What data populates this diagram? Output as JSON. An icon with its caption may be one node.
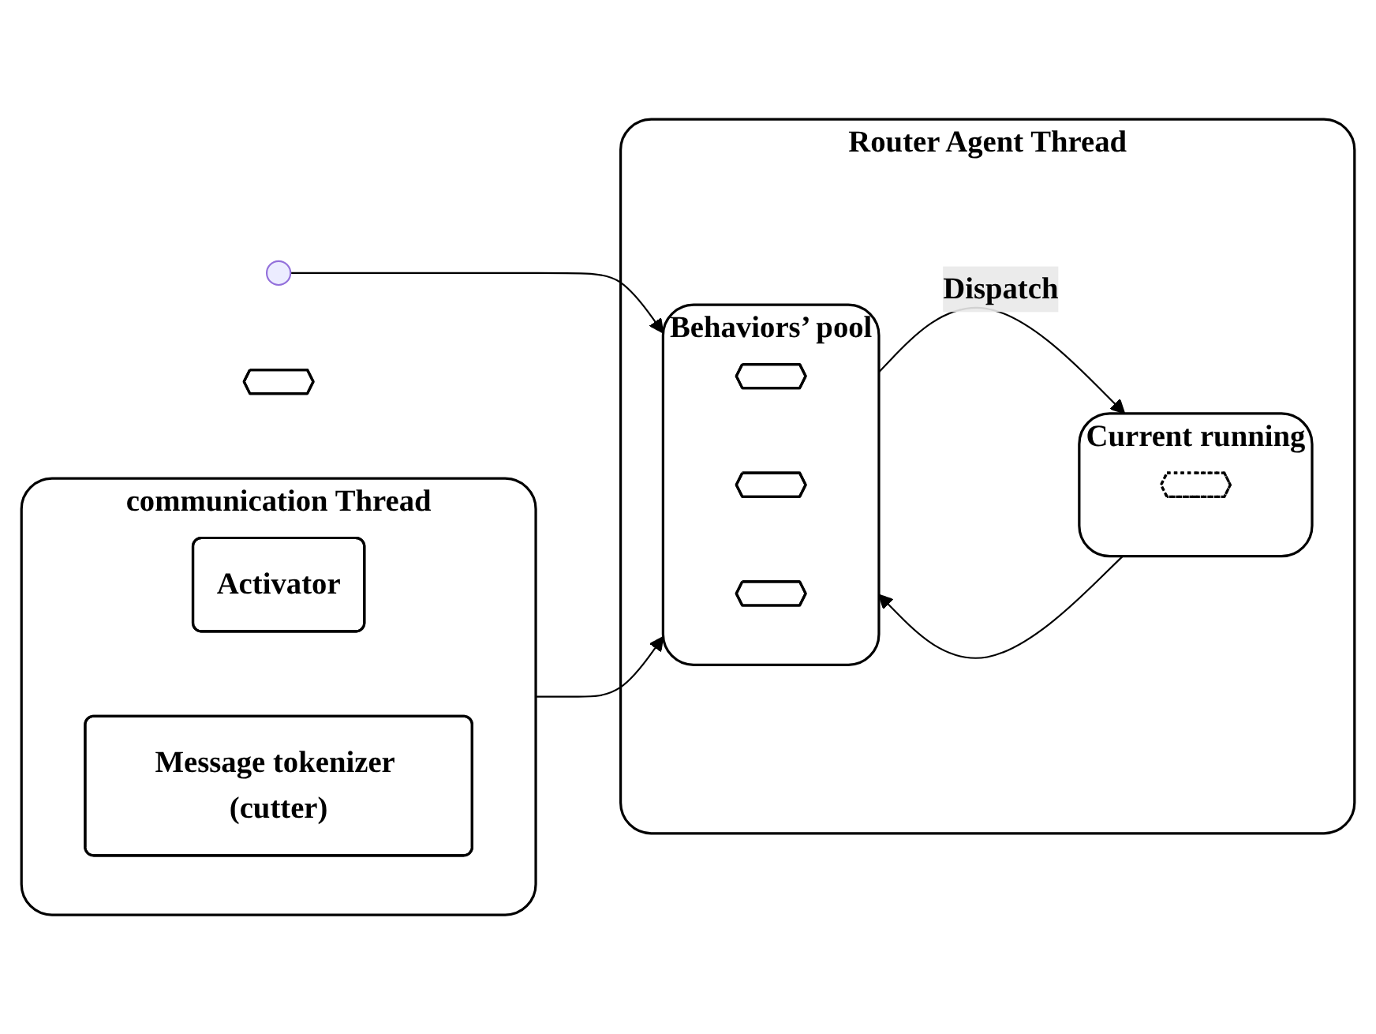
{
  "diagram": {
    "nodes": [
      {
        "text": [
          "Router Agent Thread"
        ]
      },
      {
        "text": [
          "Behaviors’ pool"
        ],
        "in": 0
      },
      {
        "text": [],
        "shape": "octagon",
        "in": 1
      },
      {
        "text": [],
        "shape": "octagon",
        "in": 1
      },
      {
        "text": [],
        "shape": "octagon",
        "in": 1
      },
      {
        "text": [
          "Current running"
        ],
        "in": 0
      },
      {
        "text": [],
        "shape": "octagon",
        "in": 5
      },
      {
        "text": [],
        "shape": "octagon"
      },
      {
        "text": [
          "communication Thread"
        ]
      },
      {
        "text": [
          "Activator"
        ],
        "in": 8
      },
      {
        "text": [
          "Message tokenizer (cutter)"
        ],
        "in": 8
      }
    ],
    "edges": [
      {
        "from": 5,
        "to": 1,
        "arrow": "to"
      },
      {
        "from": 1,
        "to": 5,
        "arrow": "to",
        "label": "Dispatch"
      },
      {
        "from": null,
        "to": 1,
        "arrow": "to"
      },
      {
        "from": 8,
        "to": 1,
        "arrow": "to"
      }
    ]
  }
}
